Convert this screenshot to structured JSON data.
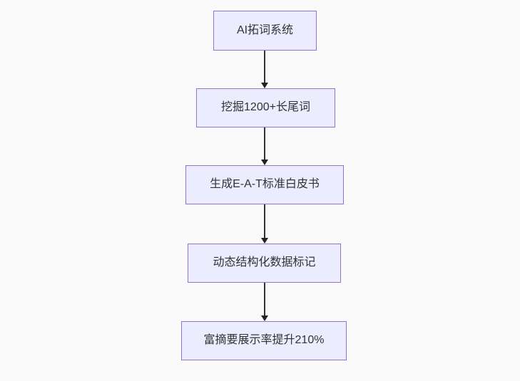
{
  "flowchart": {
    "type": "flowchart",
    "direction": "top-down",
    "nodes": [
      {
        "label": "AI拓词系统"
      },
      {
        "label": "挖掘1200+长尾词"
      },
      {
        "label": "生成E-A-T标准白皮书"
      },
      {
        "label": "动态结构化数据标记"
      },
      {
        "label": "富摘要展示率提升210%"
      }
    ],
    "edges": [
      {
        "from": 0,
        "to": 1,
        "style": "arrow-down"
      },
      {
        "from": 1,
        "to": 2,
        "style": "arrow-down"
      },
      {
        "from": 2,
        "to": 3,
        "style": "arrow-down"
      },
      {
        "from": 3,
        "to": 4,
        "style": "arrow-down"
      }
    ],
    "colors": {
      "background": "#fafafa",
      "node_fill": "#ececff",
      "node_border": "#9370db",
      "edge": "#333333",
      "text": "#333333"
    }
  }
}
